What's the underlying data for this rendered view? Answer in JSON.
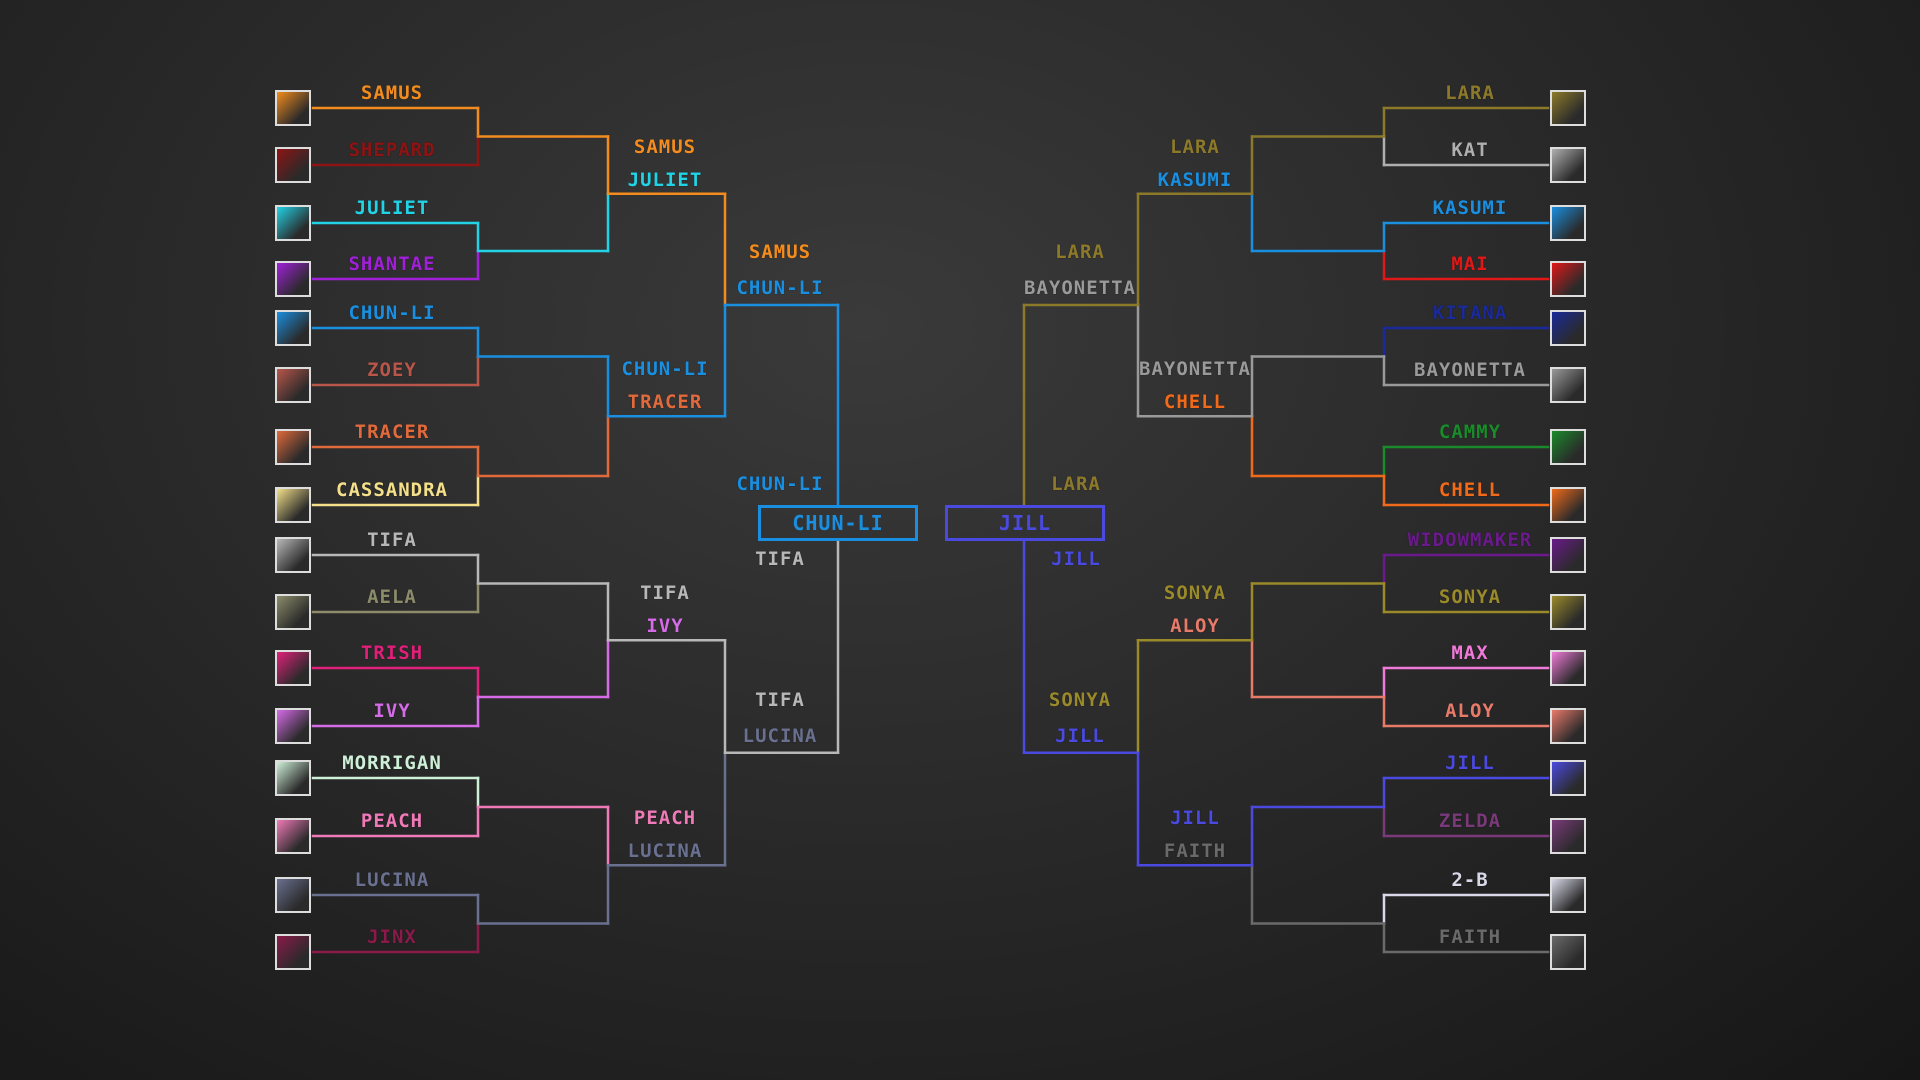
{
  "bracket": {
    "left": {
      "round1": [
        {
          "name": "SAMUS",
          "color": "#F28C1E",
          "portrait": "samus-portrait"
        },
        {
          "name": "SHEPARD",
          "color": "#8E1414",
          "portrait": "shepard-portrait"
        },
        {
          "name": "JULIET",
          "color": "#22D3E6",
          "portrait": "juliet-portrait"
        },
        {
          "name": "SHANTAE",
          "color": "#A020D8",
          "portrait": "shantae-portrait"
        },
        {
          "name": "CHUN-LI",
          "color": "#1A8FE0",
          "portrait": "chun-li-portrait"
        },
        {
          "name": "ZOEY",
          "color": "#B8564A",
          "portrait": "zoey-portrait"
        },
        {
          "name": "TRACER",
          "color": "#E06A3C",
          "portrait": "tracer-portrait"
        },
        {
          "name": "CASSANDRA",
          "color": "#F4E08A",
          "portrait": "cassandra-portrait"
        },
        {
          "name": "TIFA",
          "color": "#B8B8B8",
          "portrait": "tifa-portrait"
        },
        {
          "name": "AELA",
          "color": "#8C8C6A",
          "portrait": "aela-portrait"
        },
        {
          "name": "TRISH",
          "color": "#E0207A",
          "portrait": "trish-portrait"
        },
        {
          "name": "IVY",
          "color": "#D66BE8",
          "portrait": "ivy-portrait"
        },
        {
          "name": "MORRIGAN",
          "color": "#CFF0D8",
          "portrait": "morrigan-portrait"
        },
        {
          "name": "PEACH",
          "color": "#F07AB8",
          "portrait": "peach-portrait"
        },
        {
          "name": "LUCINA",
          "color": "#6A7090",
          "portrait": "lucina-portrait"
        },
        {
          "name": "JINX",
          "color": "#8A1A4A",
          "portrait": "jinx-portrait"
        }
      ],
      "round2": [
        {
          "name": "SAMUS",
          "color": "#F28C1E"
        },
        {
          "name": "JULIET",
          "color": "#22D3E6"
        },
        {
          "name": "CHUN-LI",
          "color": "#1A8FE0"
        },
        {
          "name": "TRACER",
          "color": "#E06A3C"
        },
        {
          "name": "TIFA",
          "color": "#B8B8B8"
        },
        {
          "name": "IVY",
          "color": "#D66BE8"
        },
        {
          "name": "PEACH",
          "color": "#F07AB8"
        },
        {
          "name": "LUCINA",
          "color": "#6A7090"
        }
      ],
      "round3": [
        {
          "name": "SAMUS",
          "color": "#F28C1E"
        },
        {
          "name": "CHUN-LI",
          "color": "#1A8FE0"
        },
        {
          "name": "TIFA",
          "color": "#B8B8B8"
        },
        {
          "name": "LUCINA",
          "color": "#6A7090"
        }
      ],
      "round4": [
        {
          "name": "CHUN-LI",
          "color": "#1A8FE0"
        },
        {
          "name": "TIFA",
          "color": "#B8B8B8"
        }
      ],
      "champion": {
        "name": "CHUN-LI",
        "color": "#1A8FE0"
      }
    },
    "right": {
      "round1": [
        {
          "name": "LARA",
          "color": "#8C7A2A",
          "portrait": "lara-portrait"
        },
        {
          "name": "KAT",
          "color": "#AFAFAF",
          "portrait": "kat-portrait"
        },
        {
          "name": "KASUMI",
          "color": "#1A8FE0",
          "portrait": "kasumi-portrait"
        },
        {
          "name": "MAI",
          "color": "#E01818",
          "portrait": "mai-portrait"
        },
        {
          "name": "KITANA",
          "color": "#1A2A9A",
          "portrait": "kitana-portrait"
        },
        {
          "name": "BAYONETTA",
          "color": "#9A9A9A",
          "portrait": "bayonetta-portrait"
        },
        {
          "name": "CAMMY",
          "color": "#1A8A2A",
          "portrait": "cammy-portrait"
        },
        {
          "name": "CHELL",
          "color": "#F06A1A",
          "portrait": "chell-portrait"
        },
        {
          "name": "WIDOWMAKER",
          "color": "#6A1A8A",
          "portrait": "widowmaker-portrait"
        },
        {
          "name": "SONYA",
          "color": "#9A8A2A",
          "portrait": "sonya-portrait"
        },
        {
          "name": "MAX",
          "color": "#F07AD8",
          "portrait": "max-portrait"
        },
        {
          "name": "ALOY",
          "color": "#E87A6A",
          "portrait": "aloy-portrait"
        },
        {
          "name": "JILL",
          "color": "#4A4AE0",
          "portrait": "jill-portrait"
        },
        {
          "name": "ZELDA",
          "color": "#7A3A7A",
          "portrait": "zelda-portrait"
        },
        {
          "name": "2-B",
          "color": "#D8D8E8",
          "portrait": "2-b-portrait"
        },
        {
          "name": "FAITH",
          "color": "#6A6A6A",
          "portrait": "faith-portrait"
        }
      ],
      "round2": [
        {
          "name": "LARA",
          "color": "#8C7A2A"
        },
        {
          "name": "KASUMI",
          "color": "#1A8FE0"
        },
        {
          "name": "BAYONETTA",
          "color": "#9A9A9A"
        },
        {
          "name": "CHELL",
          "color": "#F06A1A"
        },
        {
          "name": "SONYA",
          "color": "#9A8A2A"
        },
        {
          "name": "ALOY",
          "color": "#E87A6A"
        },
        {
          "name": "JILL",
          "color": "#4A4AE0"
        },
        {
          "name": "FAITH",
          "color": "#6A6A6A"
        }
      ],
      "round3": [
        {
          "name": "LARA",
          "color": "#8C7A2A"
        },
        {
          "name": "BAYONETTA",
          "color": "#9A9A9A"
        },
        {
          "name": "SONYA",
          "color": "#9A8A2A"
        },
        {
          "name": "JILL",
          "color": "#4A4AE0"
        }
      ],
      "round4": [
        {
          "name": "LARA",
          "color": "#8C7A2A"
        },
        {
          "name": "JILL",
          "color": "#4A4AE0"
        }
      ],
      "champion": {
        "name": "JILL",
        "color": "#4A4AE0"
      }
    }
  }
}
